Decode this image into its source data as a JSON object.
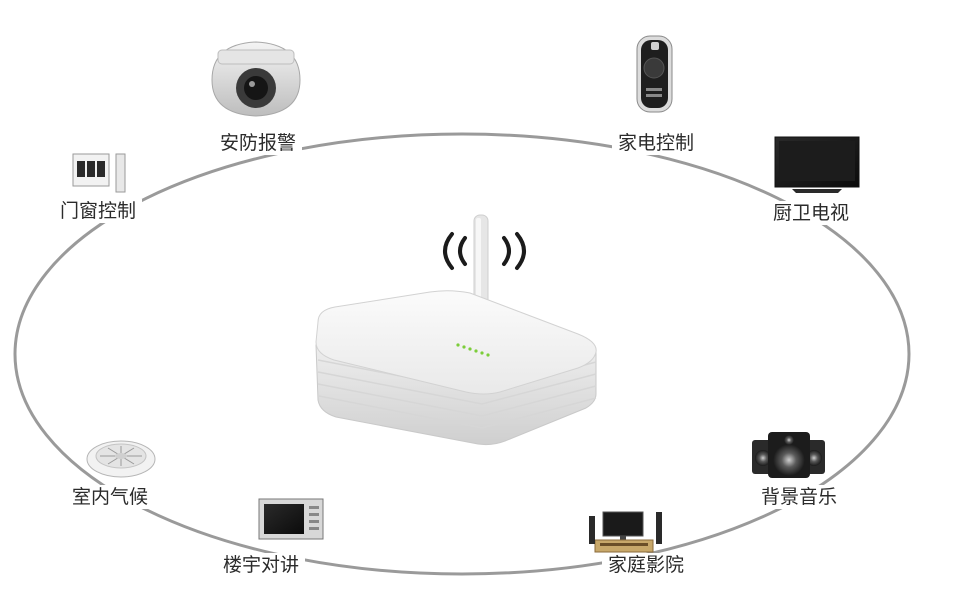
{
  "diagram": {
    "nodes": [
      {
        "id": "security",
        "label": "安防报警",
        "icon": "dome-camera-icon"
      },
      {
        "id": "appliance",
        "label": "家电控制",
        "icon": "remote-control-icon"
      },
      {
        "id": "window",
        "label": "门窗控制",
        "icon": "wall-switch-icon"
      },
      {
        "id": "kitchen_tv",
        "label": "厨卫电视",
        "icon": "flat-tv-icon"
      },
      {
        "id": "climate",
        "label": "室内气候",
        "icon": "ceiling-vent-icon"
      },
      {
        "id": "music",
        "label": "背景音乐",
        "icon": "speakers-icon"
      },
      {
        "id": "intercom",
        "label": "楼宇对讲",
        "icon": "video-intercom-icon"
      },
      {
        "id": "cinema",
        "label": "家庭影院",
        "icon": "home-theater-icon"
      }
    ],
    "hub": {
      "icon": "wifi-router-icon",
      "signal_icon": "wifi-signal-icon"
    },
    "colors": {
      "ring": "#9a9a9a",
      "text": "#2b2b2b",
      "router_led": "#7ccd3a"
    }
  }
}
